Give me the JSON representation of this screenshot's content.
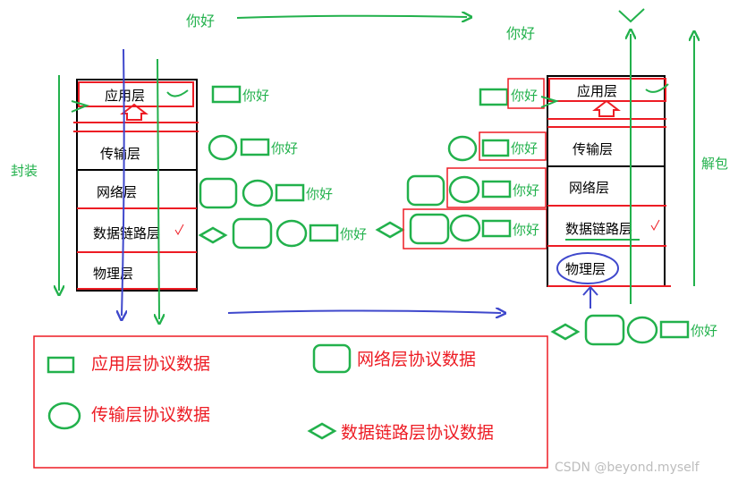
{
  "colors": {
    "green": "#22b14c",
    "red": "#ed1c24",
    "blue": "#3f48cc",
    "black": "#000000",
    "gray": "#bdbdbd"
  },
  "arrows": {
    "top_label": "你好",
    "receiver_top_label": "你好",
    "encap_label": "封装",
    "decap_label": "解包"
  },
  "sender": {
    "layers": [
      "应用层",
      "传输层",
      "网络层",
      "数据链路层",
      "物理层"
    ],
    "rows": [
      {
        "label": "你好"
      },
      {
        "label": "你好"
      },
      {
        "label": "你好"
      },
      {
        "label": "你好"
      }
    ]
  },
  "receiver": {
    "layers": [
      "应用层",
      "传输层",
      "网络层",
      "数据链路层",
      "物理层"
    ],
    "rows": [
      {
        "label": "你好"
      },
      {
        "label": "你好"
      },
      {
        "label": "你好"
      },
      {
        "label": "你好"
      }
    ],
    "bottom_label": "你好"
  },
  "legend": {
    "app": "应用层协议数据",
    "net": "网络层协议数据",
    "trans": "传输层协议数据",
    "link": "数据链路层协议数据"
  },
  "watermark": "CSDN @beyond.myself"
}
